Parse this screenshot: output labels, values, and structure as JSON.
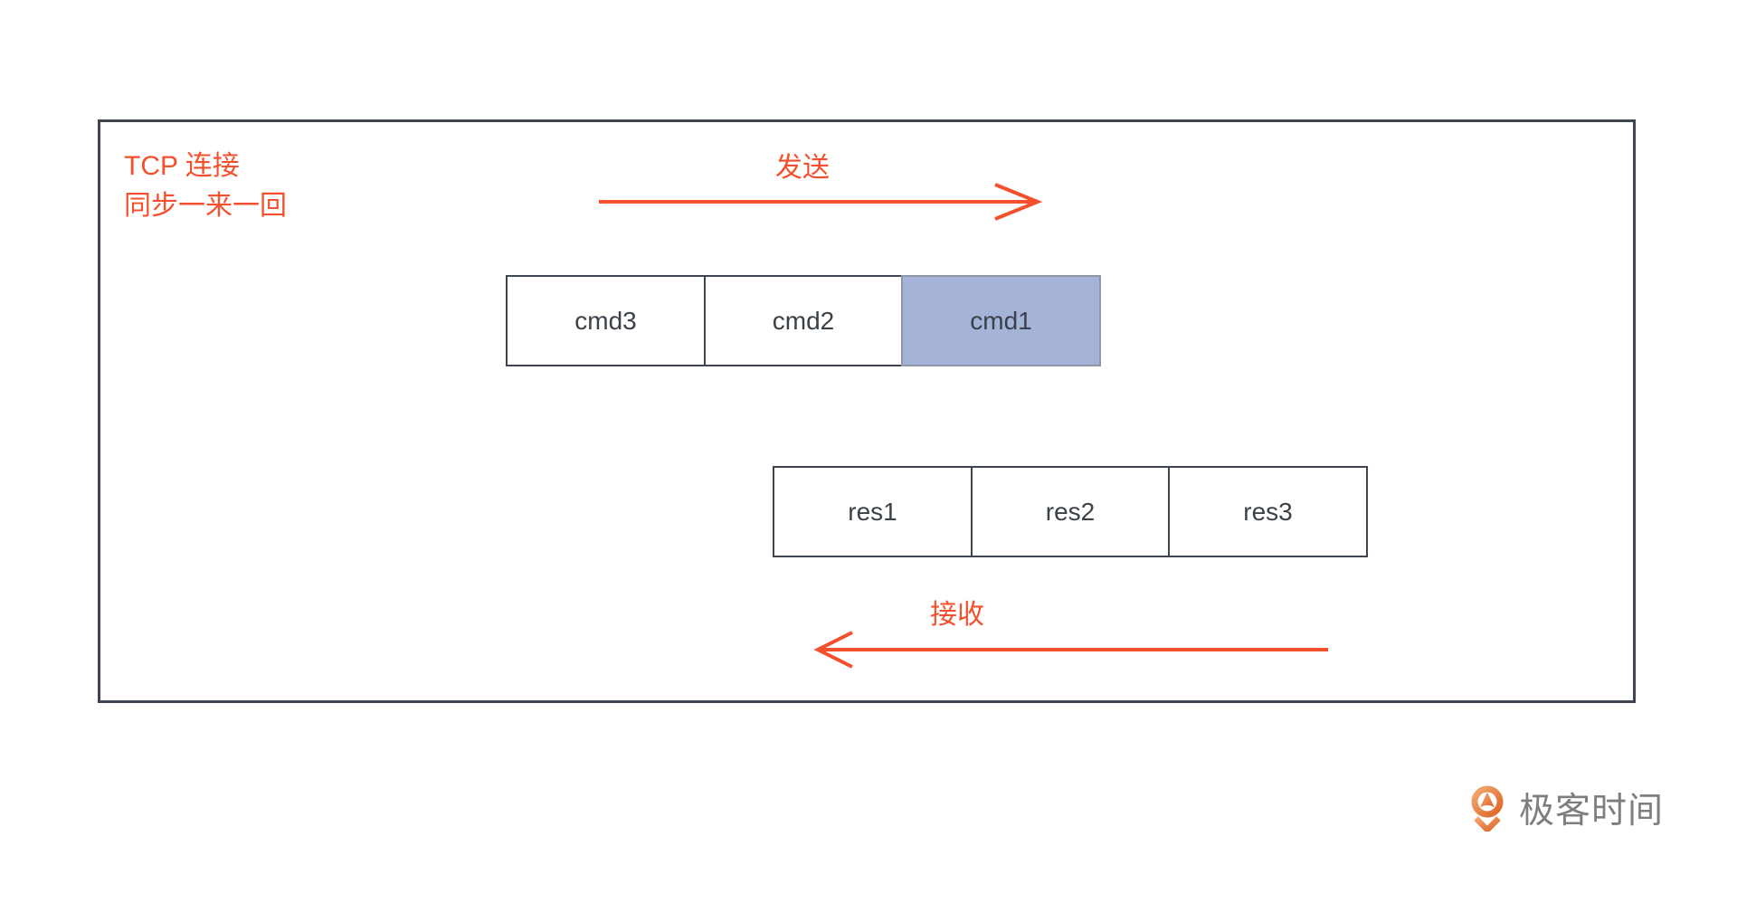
{
  "frame": {
    "annotation_line1": "TCP 连接",
    "annotation_line2": "同步一来一回"
  },
  "send": {
    "label": "发送",
    "direction": "right"
  },
  "receive": {
    "label": "接收",
    "direction": "left"
  },
  "cmd_boxes": [
    {
      "label": "cmd3",
      "highlighted": false
    },
    {
      "label": "cmd2",
      "highlighted": false
    },
    {
      "label": "cmd1",
      "highlighted": true
    }
  ],
  "res_boxes": [
    {
      "label": "res1"
    },
    {
      "label": "res2"
    },
    {
      "label": "res3"
    }
  ],
  "brand": {
    "name": "极客时间",
    "icon": "geektime-pin-icon"
  },
  "colors": {
    "accent_red": "#F4502E",
    "frame_border": "#3E4450",
    "box_border": "#3E4450",
    "box_text": "#3A4148",
    "highlight_fill": "#A6B3D8",
    "highlight_border": "#8E97A5",
    "brand_text": "#7C7E80",
    "brand_orange_light": "#F3A873",
    "brand_orange_dark": "#DD6526"
  }
}
